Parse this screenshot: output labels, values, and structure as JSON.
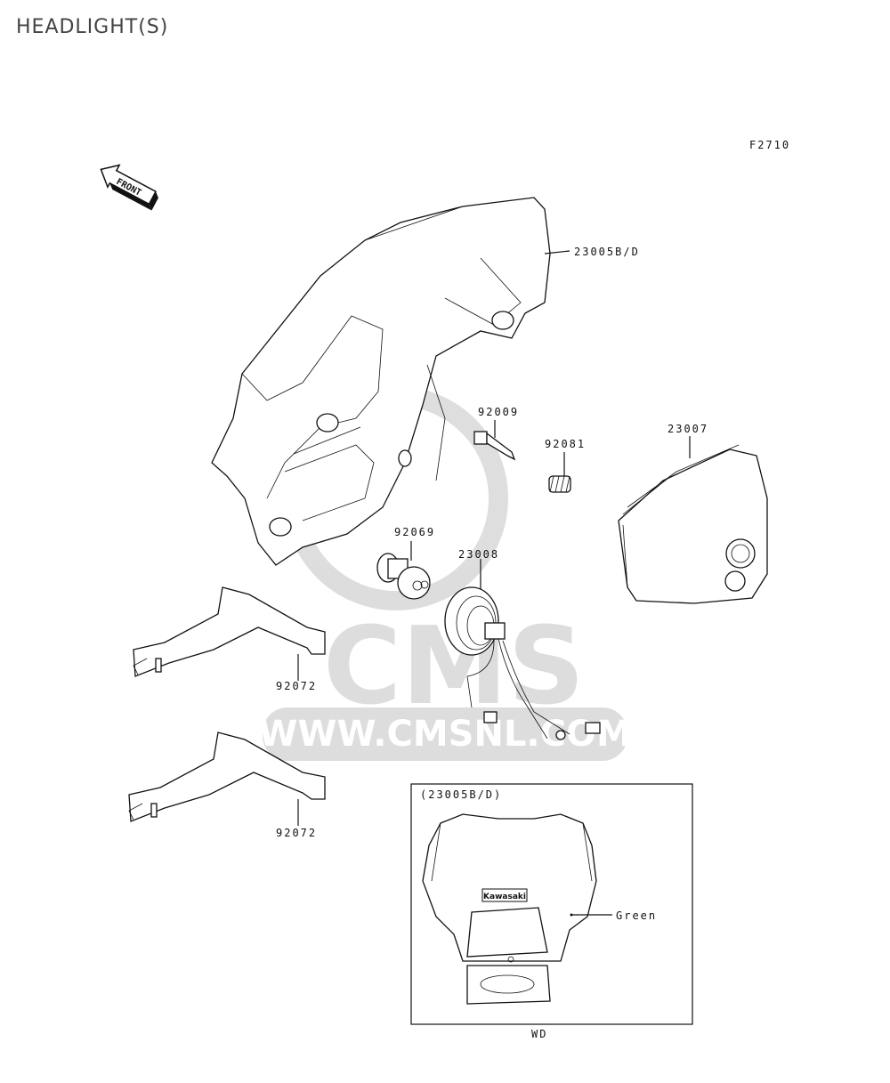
{
  "page": {
    "title": "HEADLIGHT(S)"
  },
  "diagram": {
    "figure_code": "F2710",
    "front_label": "FRONT",
    "watermark": {
      "brand": "CMS",
      "url": "WWW.CMSNL.COM"
    },
    "parts": {
      "headlight_cover": "23005B/D",
      "screw": "92009",
      "spring": "92081",
      "headlight_unit": "23007",
      "bulb": "92069",
      "socket": "23008",
      "band_upper": "92072",
      "band_lower": "92072"
    },
    "inset": {
      "title": "(23005B/D)",
      "brand_mark": "Kawasaki",
      "color_note": "Green",
      "model_code": "WD"
    }
  }
}
